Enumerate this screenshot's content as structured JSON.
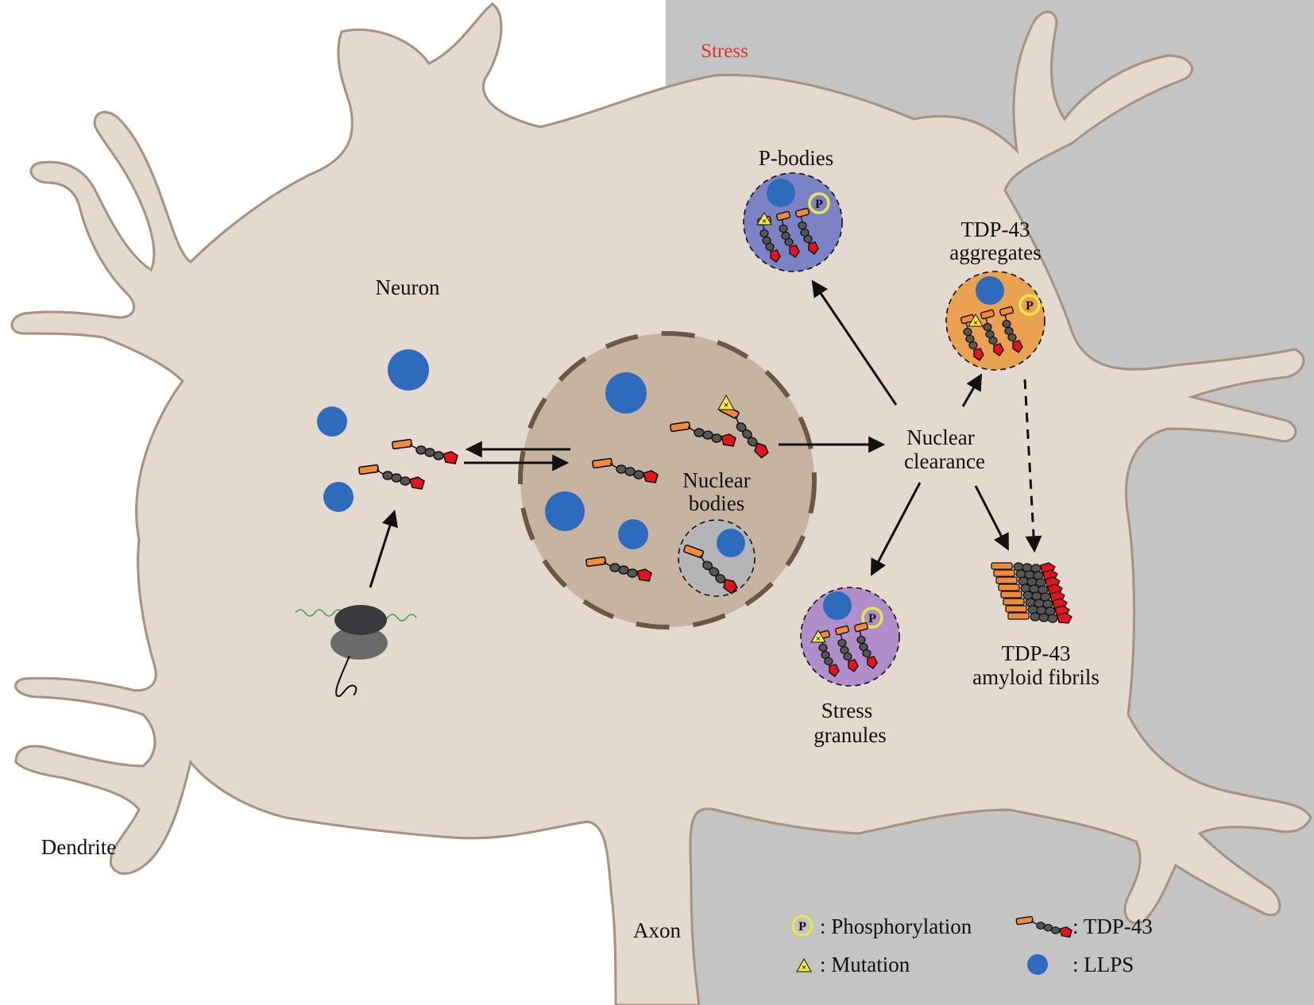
{
  "labels": {
    "stress": "Stress",
    "neuron": "Neuron",
    "dendrite": "Dendrite",
    "axon": "Axon",
    "p_bodies": "P-bodies",
    "tdp43_aggregates_line1": "TDP-43",
    "tdp43_aggregates_line2": "aggregates",
    "nuclear_bodies_line1": "Nuclear",
    "nuclear_bodies_line2": "bodies",
    "nuclear_clearance_line1": "Nuclear",
    "nuclear_clearance_line2": "clearance",
    "stress_granules_line1": "Stress",
    "stress_granules_line2": "granules",
    "amyloid_line1": "TDP-43",
    "amyloid_line2": "amyloid fibrils"
  },
  "legend": {
    "phosphorylation": ": Phosphorylation",
    "tdp43": ": TDP-43",
    "mutation": ": Mutation",
    "llps": ": LLPS",
    "p_symbol": "P"
  },
  "colors": {
    "cell_fill": "#e4d9ce",
    "cell_outline": "#a89280",
    "stress_overlay": "#8a8a8a",
    "stress_background": "#c4c4c4",
    "nucleus_fill": "#c2ad98",
    "nucleus_border": "#6b5744",
    "llps_blue": "#2f6bbd",
    "tdp43_orange": "#f08a3c",
    "tdp43_red": "#e3141e",
    "tdp43_gray": "#555555",
    "p_bodies_fill": "#7b83c4",
    "aggregates_fill": "#eba152",
    "stress_granules_fill": "#b08ec9",
    "nuclear_body_fill": "#b5b5b7",
    "phospho_ring": "#e6e650",
    "mutation_yellow": "#f2e84a",
    "stress_label_red": "#e0322b",
    "ribosome_dark": "#3a3a3e",
    "ribosome_light": "#6a6a6a",
    "mrna_green": "#4aa04a"
  }
}
